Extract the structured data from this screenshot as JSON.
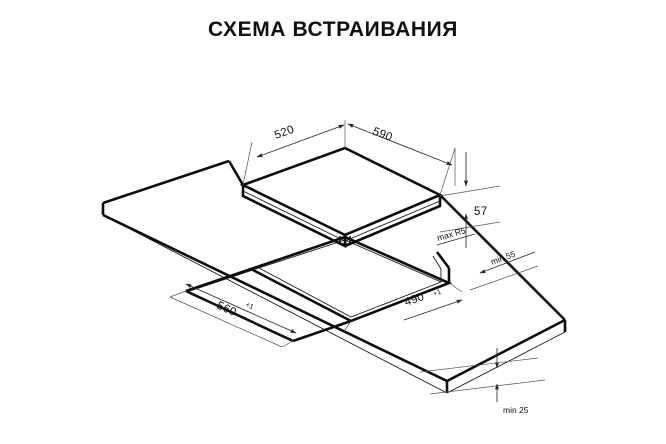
{
  "title": "СХЕМА ВСТРАИВАНИЯ",
  "drawing": {
    "type": "isometric-installation-diagram",
    "subject": "built-in cooktop installation into countertop cutout",
    "units": "mm"
  },
  "dimensions": {
    "cooktop_depth": {
      "label": "520",
      "name": "cooktop-depth",
      "position": "top-left"
    },
    "cooktop_width": {
      "label": "590",
      "name": "cooktop-width",
      "position": "top-right"
    },
    "cooktop_height": {
      "label": "57",
      "name": "cooktop-body-height",
      "position": "right"
    },
    "corner_radius": {
      "label": "max R5",
      "name": "cutout-corner-radius",
      "position": "mid-right"
    },
    "min_rear_gap": {
      "label": "min 55",
      "name": "min-rear-gap",
      "position": "right"
    },
    "cutout_width": {
      "label": "560",
      "tolerance": "+1",
      "name": "cutout-width",
      "position": "bottom-left"
    },
    "cutout_depth": {
      "label": "490",
      "tolerance": "+1",
      "name": "cutout-depth",
      "position": "bottom-right"
    },
    "min_front_gap": {
      "label": "min 25",
      "name": "min-front-edge-distance",
      "position": "bottom-right"
    }
  },
  "colors": {
    "line": "#0d0d0d",
    "dimension_line": "#2b2b2b",
    "extension_line": "#555555",
    "background": "#ffffff",
    "text": "#111111"
  }
}
